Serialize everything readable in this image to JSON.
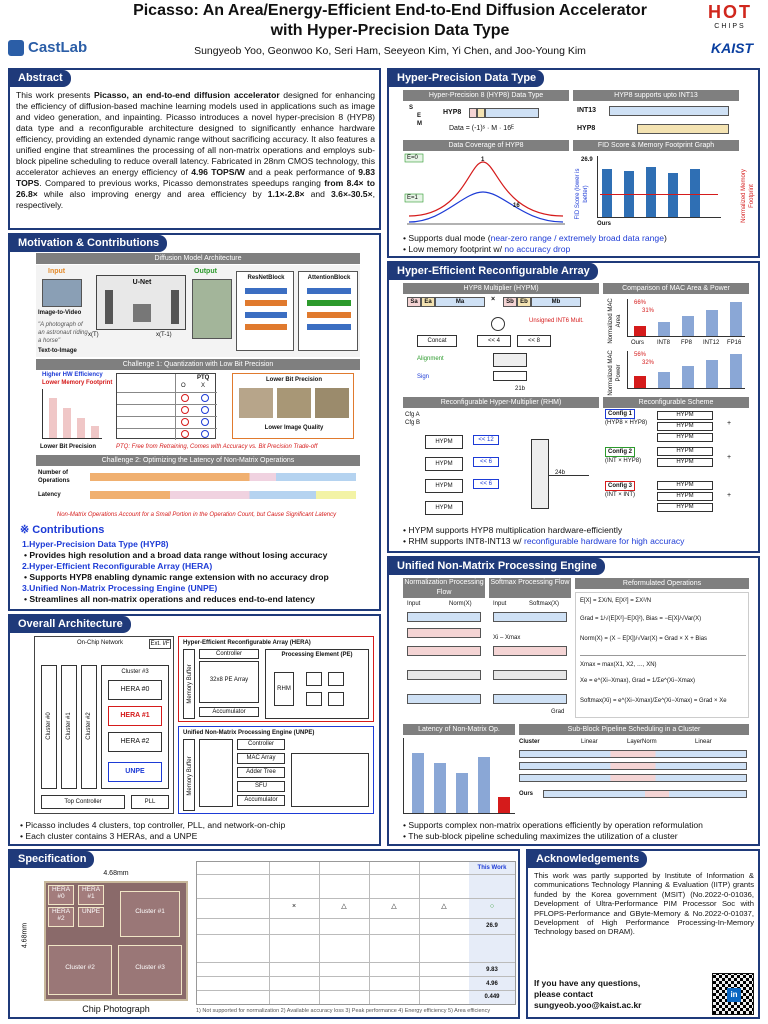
{
  "header": {
    "title_line1": "Picasso: An Area/Energy-Efficient End-to-End Diffusion Accelerator",
    "title_line2": "with Hyper-Precision Data Type",
    "authors": "Sungyeob Yoo, Geonwoo Ko, Seri Ham, Seeyeon Kim, Yi Chen, and Joo-Young Kim",
    "logo_left": "CastLab",
    "logo_right_top": "HOT",
    "logo_right_sub": "CHIPS",
    "logo_right_bottom": "KAIST"
  },
  "abstract": {
    "heading": "Abstract",
    "p1_a": "This work presents ",
    "p1_b": "Picasso, an end-to-end diffusion accelerator",
    "p1_c": " designed for enhancing the efficiency of diffusion-based machine learning models used in applications such as image and video generation, and inpainting. Picasso introduces a novel hyper-precision 8 (HYP8) data type and a reconfigurable architecture designed to significantly enhance hardware efficiency, providing an extended dynamic range without sacrificing accuracy. It also features a unified engine that streamlines the processing of all non-matrix operations and employs sub-block pipeline scheduling to reduce overall latency. Fabricated in 28nm CMOS technology, this accelerator achieves an energy efficiency of ",
    "p1_d": "4.96 TOPS/W",
    "p1_e": " and a peak performance of ",
    "p1_f": "9.83 TOPS",
    "p1_g": ". Compared to previous works, Picasso demonstrates speedups ranging ",
    "p1_h": "from 8.4× to 26.8×",
    "p1_i": " while also improving energy and area efficiency by ",
    "p1_j": "1.1×-2.8×",
    "p1_k": " and ",
    "p1_l": "3.6×-30.5×",
    "p1_m": ", respectively."
  },
  "motivation": {
    "heading": "Motivation & Contributions",
    "diffusion_title": "Diffusion Model Architecture",
    "input_label": "Input",
    "output_label": "Output",
    "unet_label": "U-Net",
    "xt_label": "x(T)",
    "xt1_label": "x(T-1)",
    "img2vid": "Image-to-Video",
    "prompt": "\"A photograph of an astronaut riding a horse\"",
    "txt2img": "Text-to-Image",
    "resnet": "ResNetBlock",
    "attention": "AttentionBlock",
    "ch1_title": "Challenge 1: Quantization with Low Bit Precision",
    "higher_hw": "Higher HW Efficiency",
    "lower_mem": "Lower Memory Footprint",
    "lower_bit_label": "Lower Bit Precision",
    "ptq_head": "PTQ",
    "table_heads": [
      "O",
      "X"
    ],
    "lower_bit_box": "Lower Bit Precision",
    "lower_quality_box": "Lower Image Quality",
    "ptq_note": "PTQ: Free from Retraining, Comes with Accuracy vs. Bit Precision Trade-off",
    "ch2_title": "Challenge 2: Optimizing the Latency of Non-Matrix Operations",
    "num_ops": "Number of Operations",
    "latency": "Latency",
    "nonmatrix_note": "Non-Matrix Operations Account for a Small Portion in the Operation Count, but Cause Significant Latency",
    "contrib_heading": "※ Contributions",
    "c1": "1.Hyper-Precision Data Type (HYP8)",
    "c1b": "• Provides high resolution and a broad data range without losing accuracy",
    "c2": "2.Hyper-Efficient Reconfigurable Array (HERA)",
    "c2b": "• Supports HYP8 enabling dynamic range extension with no accuracy drop",
    "c3": "3.Unified Non-Matrix Processing Engine (UNPE)",
    "c3b": "• Streamlines all non-matrix operations and reduces end-to-end latency"
  },
  "overall": {
    "heading": "Overall Architecture",
    "noc": "On-Chip Network",
    "ext": "Ext. I/F",
    "cluster0": "Cluster #0",
    "cluster1": "Cluster #1",
    "cluster2": "Cluster #2",
    "cluster3": "Cluster #3",
    "hera0": "HERA #0",
    "hera1": "HERA #1",
    "hera2": "HERA #2",
    "unpe": "UNPE",
    "top_ctrl": "Top Controller",
    "pll": "PLL",
    "hera_title": "Hyper-Efficient Reconfigurable Array (HERA)",
    "mem_buf": "Memory Buffer",
    "controller": "Controller",
    "pe_array": "32x8 PE Array",
    "accumulator": "Accumulator",
    "pe_title": "Processing Element (PE)",
    "rhm": "RHM",
    "unpe_title": "Unified Non-Matrix Processing Engine (UNPE)",
    "mac_array": "MAC Array",
    "adder_tree": "Adder Tree",
    "sfu": "SFU",
    "b1": "• Picasso includes 4 clusters, top controller, PLL, and network-on-chip",
    "b2": "• Each cluster contains 3 HERAs, and a UNPE"
  },
  "spec": {
    "heading": "Specification",
    "dim_w": "4.68mm",
    "dim_h": "4.68mm",
    "chip_caption": "Chip Photograph",
    "chip_labels": [
      "HERA #0",
      "HERA #1",
      "HERA #2",
      "UNPE",
      "Cluster #1",
      "Cluster #2",
      "Cluster #3"
    ],
    "this_work": "This Work",
    "row_marks": [
      "×",
      "△",
      "△",
      "△",
      "○"
    ],
    "vals": [
      "26.9",
      "9.83",
      "4.96",
      "0.449"
    ],
    "footnotes": "1) Not supported for normalization  2) Available accuracy loss  3) Peak performance  4) Energy efficiency  5) Area efficiency"
  },
  "hyp": {
    "heading": "Hyper-Precision Data Type",
    "sub1": "Hyper-Precision 8 (HYP8) Data Type",
    "sub2": "HYP8 supports upto INT13",
    "s": "S",
    "e": "E",
    "m": "M",
    "hyp8": "HYP8",
    "formula": "Data = (-1)ˢ · M · 16ᴱ",
    "int13": "INT13",
    "sub3": "Data Coverage of HYP8",
    "e0": "E=0",
    "e1": "E=1",
    "n16": "16",
    "n1": "1",
    "sub4": "FID Score & Memory Footprint Graph",
    "fid_val": "26.9",
    "fid_axis": "FID Score (lower is better)",
    "mem_axis": "Normalized Memory Footprint",
    "ours": "Ours",
    "b1a": "• Supports dual mode (",
    "b1b": "near-zero range / extremely broad data range",
    "b1c": ")",
    "b2a": "• Low memory footprint w/ ",
    "b2b": "no accuracy drop"
  },
  "hera": {
    "heading": "Hyper-Efficient Reconfigurable Array",
    "sub1": "HYP8 Multiplier (HYPM)",
    "sub2": "Comparison of MAC Area & Power",
    "sa": "Sa",
    "ea": "Ea",
    "ma": "Ma",
    "sb": "Sb",
    "eb": "Eb",
    "mb": "Mb",
    "unsigned": "Unsigned INT6 Mult.",
    "concat": "Concat",
    "shift4": "<< 4",
    "shift8": "<< 8",
    "alignment": "Alignment",
    "sign": "Sign",
    "out21": "21b",
    "mac_area": "Normalized MAC Area",
    "mac_power": "Normalized MAC Power",
    "pct66": "66%",
    "pct31": "31%",
    "pct56": "56%",
    "pct32": "32%",
    "cats": [
      "Ours",
      "INT8",
      "FP8",
      "INT12",
      "FP16"
    ],
    "sub3": "Reconfigurable Hyper-Multiplier (RHM)",
    "sub4": "Reconfigurable Scheme",
    "cfga": "Cfg A",
    "cfgb": "Cfg B",
    "hypm": "HYPM",
    "sh12": "<< 12",
    "sh6": "<< 6",
    "out24": "24b",
    "config1": "Config 1",
    "config1s": "(HYP8 × HYP8)",
    "config2": "Config 2",
    "config2s": "(INT × HYP8)",
    "config3": "Config 3",
    "config3s": "(INT × INT)",
    "b1": "• HYPM supports HYP8 multiplication hardware-efficiently",
    "b2a": "• RHM supports INT8-INT13 w/ ",
    "b2b": "reconfigurable hardware for high accuracy"
  },
  "unpe": {
    "heading": "Unified Non-Matrix Processing Engine",
    "sub1": "Normalization Processing Flow",
    "sub2": "Softmax Processing Flow",
    "sub3": "Reformulated Operations",
    "input": "Input",
    "norm": "Norm(X)",
    "softmax": "Softmax(X)",
    "xi_xmax": "Xi – Xmax",
    "grad": "Grad",
    "sub4": "Latency of Non-Matrix Op.",
    "sub5": "Sub-Block Pipeline Scheduling in a Cluster",
    "cluster": "Cluster",
    "linear": "Linear",
    "layernorm": "LayerNorm",
    "ours": "Ours",
    "b1": "• Supports complex non-matrix operations efficiently by operation reformulation",
    "b2": "• The sub-block pipeline scheduling maximizes the utilization of a cluster",
    "formulas": [
      "E[X] = ΣX/N, E[X²] = ΣX²/N",
      "Grad = 1/√(E[X²]−E[X]²), Bias = −E[X]/√Var(X)",
      "Norm(X) = (X − E[X])/√Var(X) = Grad × X + Bias",
      "Xmax = max(X1, X2, …, XN)",
      "Xe = e^(Xi−Xmax), Grad = 1/Σe^(Xi−Xmax)",
      "Softmax(Xi) = e^(Xi−Xmax)/Σe^(Xi−Xmax) = Grad × Xe"
    ]
  },
  "ack": {
    "heading": "Acknowledgements",
    "text": "This work was partly supported by Institute of Information & communications Technology Planning & Evaluation (IITP) grants funded by the Korea government (MSIT) (No.2022-0-01036, Development of Ultra-Performance PIM Processor Soc with PFLOPS-Performance and GByte-Memory & No.2022-0-01037, Development of High Performance Processing-In-Memory Technology based on DRAM).",
    "contact1": "If you have any questions,",
    "contact2": "please contact",
    "email": "sungyeob.yoo@kaist.ac.kr"
  }
}
